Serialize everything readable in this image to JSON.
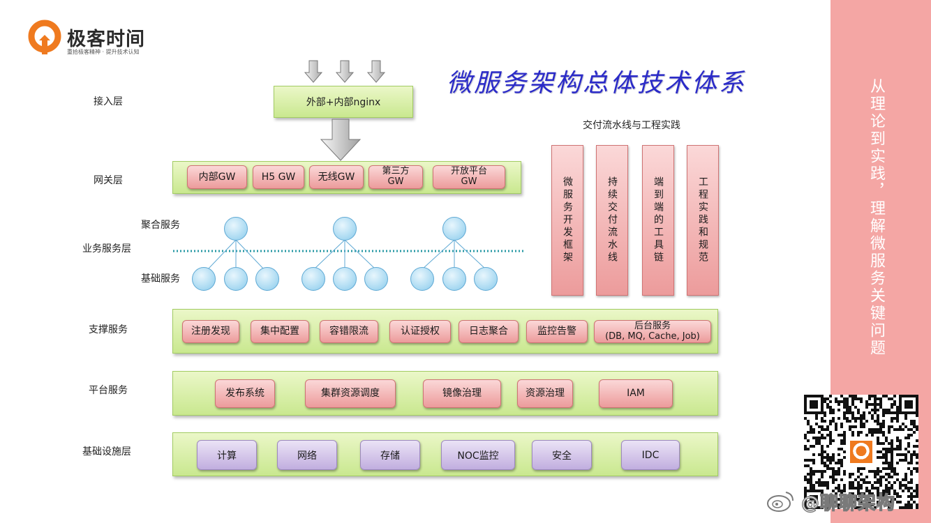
{
  "logo": {
    "name": "极客时间",
    "slogan": "重拾极客精神 · 提升技术认知",
    "color": "#ef7a1f"
  },
  "title": "微服务架构总体技术体系",
  "layers": {
    "access": "接入层",
    "gateway": "网关层",
    "business": "业务服务层",
    "aggregate": "聚合服务",
    "basic": "基础服务",
    "support": "支撑服务",
    "platform": "平台服务",
    "infra": "基础设施层"
  },
  "access_box": "外部+内部nginx",
  "gateways": [
    "内部GW",
    "H5 GW",
    "无线GW",
    "第三方\nGW",
    "开放平台\nGW"
  ],
  "support_items": [
    "注册发现",
    "集中配置",
    "容错限流",
    "认证授权",
    "日志聚合",
    "监控告警",
    "后台服务\n(DB, MQ, Cache, Job)"
  ],
  "platform_items": [
    "发布系统",
    "集群资源调度",
    "镜像治理",
    "资源治理",
    "IAM"
  ],
  "infra_items": [
    "计算",
    "网络",
    "存储",
    "NOC监控",
    "安全",
    "IDC"
  ],
  "delivery": {
    "heading": "交付流水线与工程实践",
    "columns": [
      "微服务开发框架",
      "持续交付流水线",
      "端到端的工具链",
      "工程实践和规范"
    ]
  },
  "side_text": "从理论到实践，理解微服务关键问题",
  "watermark": "@聊聊架构",
  "colors": {
    "side_panel": "#f4a6a4",
    "green_band": "#c9e88f",
    "pink_box": "#ec9b9b",
    "purple_box": "#c1aedf",
    "circle": "#a6d8f1",
    "title": "#2a2ac8"
  }
}
